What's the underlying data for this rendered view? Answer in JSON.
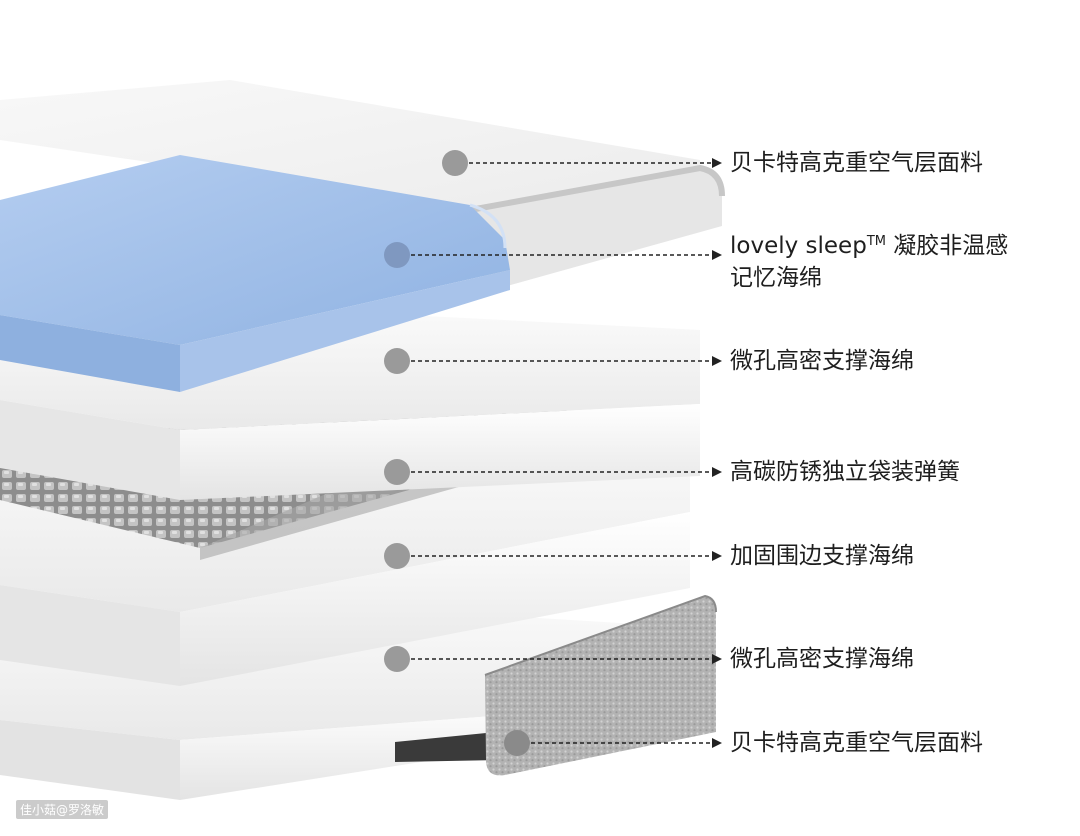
{
  "layers": [
    {
      "label": "贝卡特高克重空气层面料"
    },
    {
      "label_line1": "lovely sleep",
      "trademark": "TM",
      "label_line1_suffix": " 凝胶非温感",
      "label_line2": "记忆海绵"
    },
    {
      "label": "微孔高密支撑海绵"
    },
    {
      "label": "高碳防锈独立袋装弹簧"
    },
    {
      "label": "加固围边支撑海绵"
    },
    {
      "label": "微孔高密支撑海绵"
    },
    {
      "label": "贝卡特高克重空气层面料"
    }
  ],
  "watermark": "佳小菇@罗洛敏",
  "colors": {
    "gel_foam": "#9fbde6",
    "foam": "#f2f2f2",
    "fabric": "#b5b5b5",
    "marker": "#9a9a9a"
  }
}
